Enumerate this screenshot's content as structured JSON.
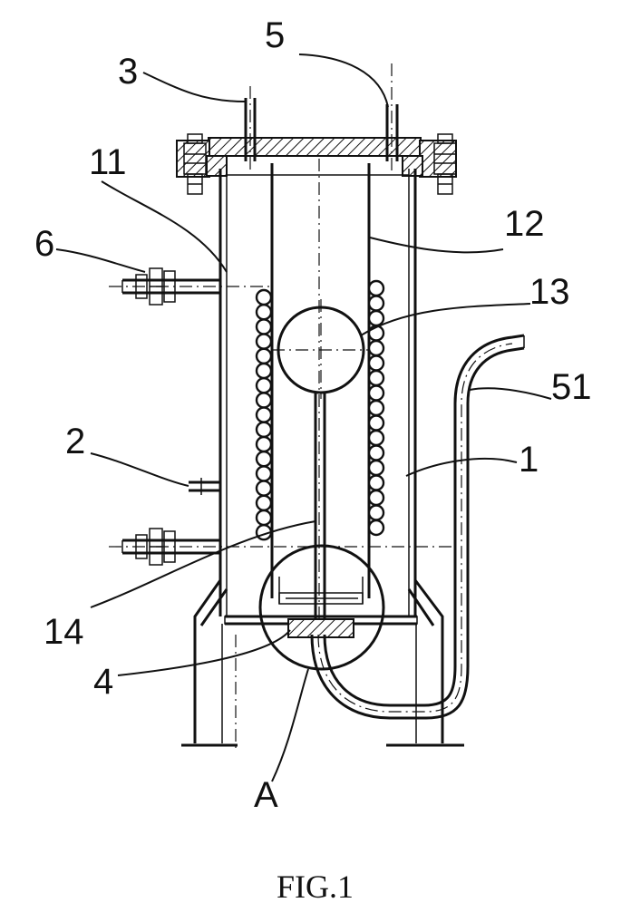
{
  "figure": {
    "caption": "FIG.1",
    "labels": {
      "l3": "3",
      "l5": "5",
      "l11": "11",
      "l12": "12",
      "l6": "6",
      "l13": "13",
      "l51": "51",
      "l2": "2",
      "l1": "1",
      "l14": "14",
      "l4": "4",
      "lA": "A"
    }
  }
}
